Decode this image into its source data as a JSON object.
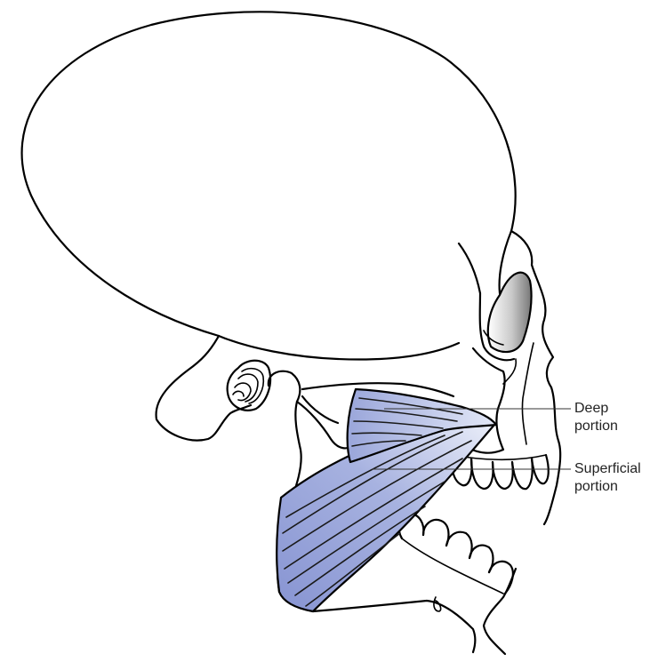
{
  "labels": {
    "deep_line1": "Deep",
    "deep_line2": "portion",
    "superficial_line1": "Superficial",
    "superficial_line2": "portion"
  },
  "colors": {
    "muscle_light": "#e8ecf8",
    "muscle_dark": "#8e9bd4",
    "outline": "#000000"
  }
}
